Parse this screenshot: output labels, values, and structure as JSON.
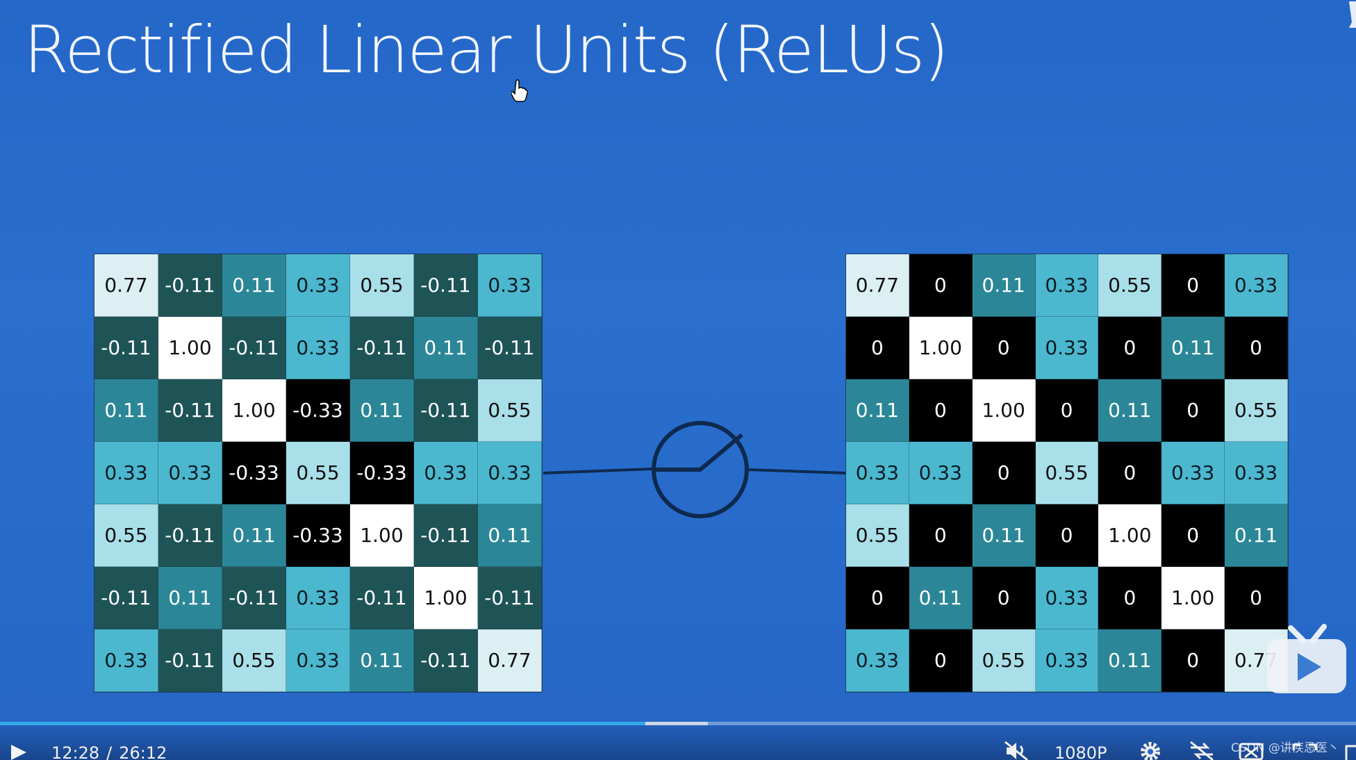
{
  "slide": {
    "title": "Rectified Linear Units (ReLUs)"
  },
  "input_matrix": [
    [
      "0.77",
      "-0.11",
      "0.11",
      "0.33",
      "0.55",
      "-0.11",
      "0.33"
    ],
    [
      "-0.11",
      "1.00",
      "-0.11",
      "0.33",
      "-0.11",
      "0.11",
      "-0.11"
    ],
    [
      "0.11",
      "-0.11",
      "1.00",
      "-0.33",
      "0.11",
      "-0.11",
      "0.55"
    ],
    [
      "0.33",
      "0.33",
      "-0.33",
      "0.55",
      "-0.33",
      "0.33",
      "0.33"
    ],
    [
      "0.55",
      "-0.11",
      "0.11",
      "-0.33",
      "1.00",
      "-0.11",
      "0.11"
    ],
    [
      "-0.11",
      "0.11",
      "-0.11",
      "0.33",
      "-0.11",
      "1.00",
      "-0.11"
    ],
    [
      "0.33",
      "-0.11",
      "0.55",
      "0.33",
      "0.11",
      "-0.11",
      "0.77"
    ]
  ],
  "output_matrix": [
    [
      "0.77",
      "0",
      "0.11",
      "0.33",
      "0.55",
      "0",
      "0.33"
    ],
    [
      "0",
      "1.00",
      "0",
      "0.33",
      "0",
      "0.11",
      "0"
    ],
    [
      "0.11",
      "0",
      "1.00",
      "0",
      "0.11",
      "0",
      "0.55"
    ],
    [
      "0.33",
      "0.33",
      "0",
      "0.55",
      "0",
      "0.33",
      "0.33"
    ],
    [
      "0.55",
      "0",
      "0.11",
      "0",
      "1.00",
      "0",
      "0.11"
    ],
    [
      "0",
      "0.11",
      "0",
      "0.33",
      "0",
      "1.00",
      "0"
    ],
    [
      "0.33",
      "0",
      "0.55",
      "0.33",
      "0.11",
      "0",
      "0.77"
    ]
  ],
  "cell_colors": {
    "1.00": "#ffffff",
    "0.77": "#dcf0f4",
    "0.55": "#a9dfe9",
    "0.33": "#4bb8cf",
    "0.11": "#2b8797",
    "0": "#000000",
    "-0.11": "#1f5457",
    "-0.33": "#000000"
  },
  "player": {
    "current_time": "12:28",
    "separator": "/",
    "total_time": "26:12",
    "quality": "1080P",
    "progress": 0.476,
    "buffered_until": 0.522
  },
  "watermark": "CSDN @讲疾忌医丶",
  "icons": {
    "play": "play-icon",
    "mute": "mute-icon",
    "settings": "gear-icon",
    "loop": "loop-icon",
    "pip": "pip-icon",
    "fullscreen": "fullscreen-icon",
    "logo": "tv-logo-icon",
    "cursor": "hand-cursor-icon"
  }
}
